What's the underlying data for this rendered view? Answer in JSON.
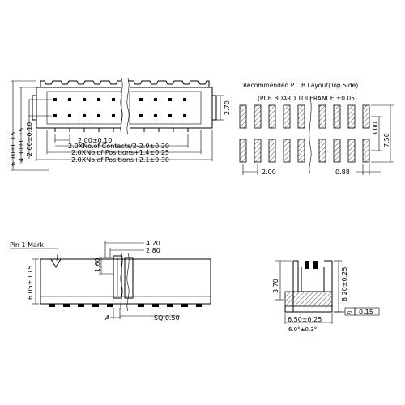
{
  "top_view": {
    "dim_pitch": "2.00±0.10",
    "dim_contacts": "2.0XNo.of Contacts/2-2.0±0.20",
    "dim_positions_a": "2.0XNo.of Positions+1.4±0.25",
    "dim_positions_b": "2.0XNo.of Positions+2.1±0.30",
    "dim_height_right": "2.70",
    "dim_v1": "6.10±0.15",
    "dim_v2": "4.30±0.15",
    "dim_v3": "2.00±0.10"
  },
  "pcb_layout": {
    "title_line1": "Recommended P.C.B Layout(Top Side)",
    "title_line2": "(PCB BOARD TOLERANCE ±0.05)",
    "dim_pitch": "2.00",
    "dim_pad_width": "0.88",
    "dim_row_spacing": "3.00",
    "dim_total_height": "7.50"
  },
  "side_view": {
    "pin1_label": "Pin 1 Mark",
    "dim_4_20": "4.20",
    "dim_2_80": "2.80",
    "dim_1_60": "1.60",
    "dim_height": "6.05±0.15",
    "sq_label": "SQ 0.50",
    "view_mark": "A"
  },
  "end_view": {
    "dim_3_70": "3.70",
    "dim_8_20": "8.20±0.25",
    "dim_6_50": "6.50±0.25",
    "flatness_symbol": "▱",
    "flatness_value": "0.15",
    "bottom_note": "6.0°±0.3°"
  }
}
